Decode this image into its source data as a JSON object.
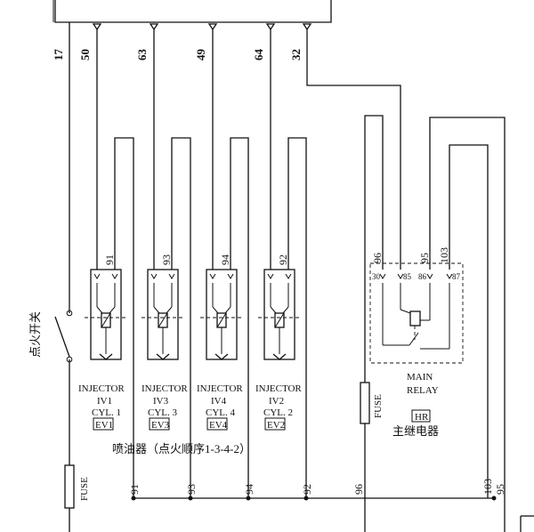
{
  "ecu_pins": {
    "p17": "17",
    "p50": "50",
    "p63": "63",
    "p49": "49",
    "p64": "64",
    "p32": "32"
  },
  "ignition_switch_label": "点火开关",
  "fuse_label": "FUSE",
  "injectors": [
    {
      "name": "INJECTOR",
      "code": "IV1",
      "cyl": "CYL. 1",
      "tag": "EV1",
      "top_wire": "91",
      "bottom_wire": "91"
    },
    {
      "name": "INJECTOR",
      "code": "IV3",
      "cyl": "CYL. 3",
      "tag": "EV3",
      "top_wire": "93",
      "bottom_wire": "93"
    },
    {
      "name": "INJECTOR",
      "code": "IV4",
      "cyl": "CYL. 4",
      "tag": "EV4",
      "top_wire": "94",
      "bottom_wire": "94"
    },
    {
      "name": "INJECTOR",
      "code": "IV2",
      "cyl": "CYL. 2",
      "tag": "EV2",
      "top_wire": "92",
      "bottom_wire": "92"
    }
  ],
  "injector_caption": "喷油器（点火顺序1-3-4-2）",
  "relay": {
    "line1": "MAIN",
    "line2": "RELAY",
    "tag": "HR",
    "cn": "主继电器",
    "pins": {
      "a": "30",
      "b": "85",
      "c": "86",
      "d": "87"
    },
    "wires": {
      "w96": "96",
      "w95": "95",
      "w103": "103"
    }
  },
  "bottom_labels": {
    "w96": "96",
    "w103": "103",
    "w95": "95"
  }
}
